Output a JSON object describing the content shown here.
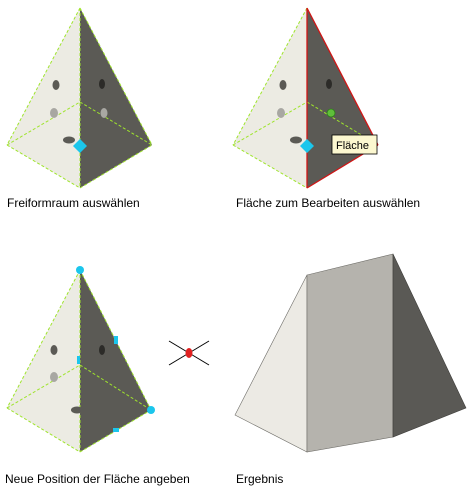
{
  "panels": [
    {
      "caption": "Freiformraum auswählen"
    },
    {
      "caption": "Fläche zum Bearbeiten auswählen",
      "tooltip": "Fläche"
    },
    {
      "caption": "Neue Position der Fläche angeben"
    },
    {
      "caption": "Ergebnis"
    }
  ],
  "colors": {
    "light_face": "#ecebe3",
    "dark_face": "#5b5a55",
    "selection_edge": "#d11515",
    "wire": "#9fe42d",
    "grip": "#1bc6ec",
    "result_left": "#eceae4",
    "result_mid": "#b5b3ad",
    "result_right": "#5a5955"
  }
}
